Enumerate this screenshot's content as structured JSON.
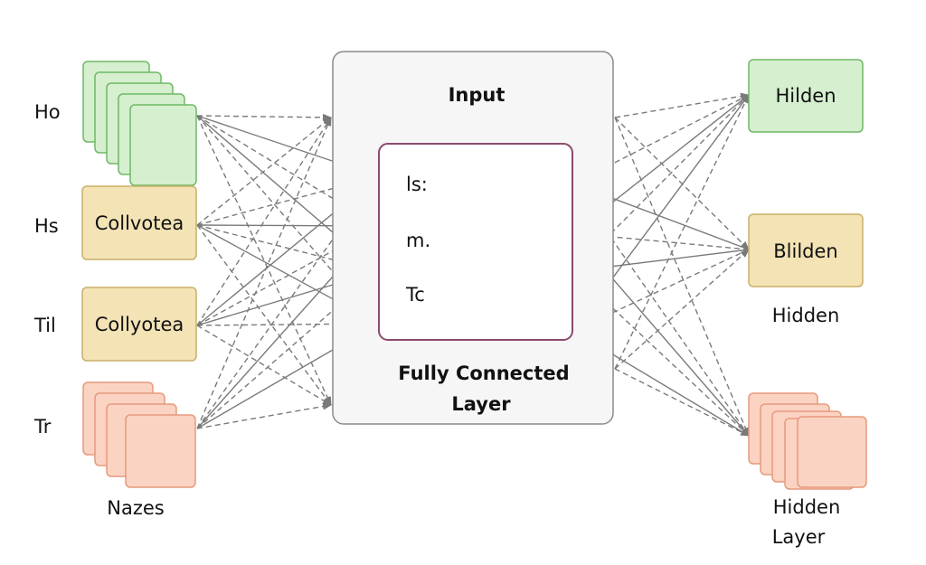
{
  "colors": {
    "green_fill": "#d6efcf",
    "green_stroke": "#6fb867",
    "yellow_fill": "#f3e3b5",
    "yellow_stroke": "#c9b06a",
    "orange_fill": "#fbd3c2",
    "orange_stroke": "#e69a7e",
    "panel_fill": "#f6f6f6",
    "panel_stroke": "#8a8a8a",
    "inner_stroke": "#8a4b6e",
    "arrow": "#7a7a7a"
  },
  "left": {
    "row_labels": [
      "Ho",
      "Hs",
      "Til",
      "Tr"
    ],
    "boxes": [
      "",
      "Collvotea",
      "Collyotea",
      ""
    ],
    "caption": "Nazes"
  },
  "center": {
    "title": "Input",
    "inner_lines": [
      "ls:",
      "m.",
      "Tc"
    ],
    "caption_line1": "Fully Connected",
    "caption_line2": "Layer"
  },
  "right": {
    "top_box": "Hilden",
    "mid_box": "Blilden",
    "mid_caption": "Hidden",
    "bottom_caption_line1": "Hidden",
    "bottom_caption_line2": "Layer"
  },
  "icons": {
    "connection": "arrow-icon",
    "stack": "stacked-squares-icon"
  }
}
